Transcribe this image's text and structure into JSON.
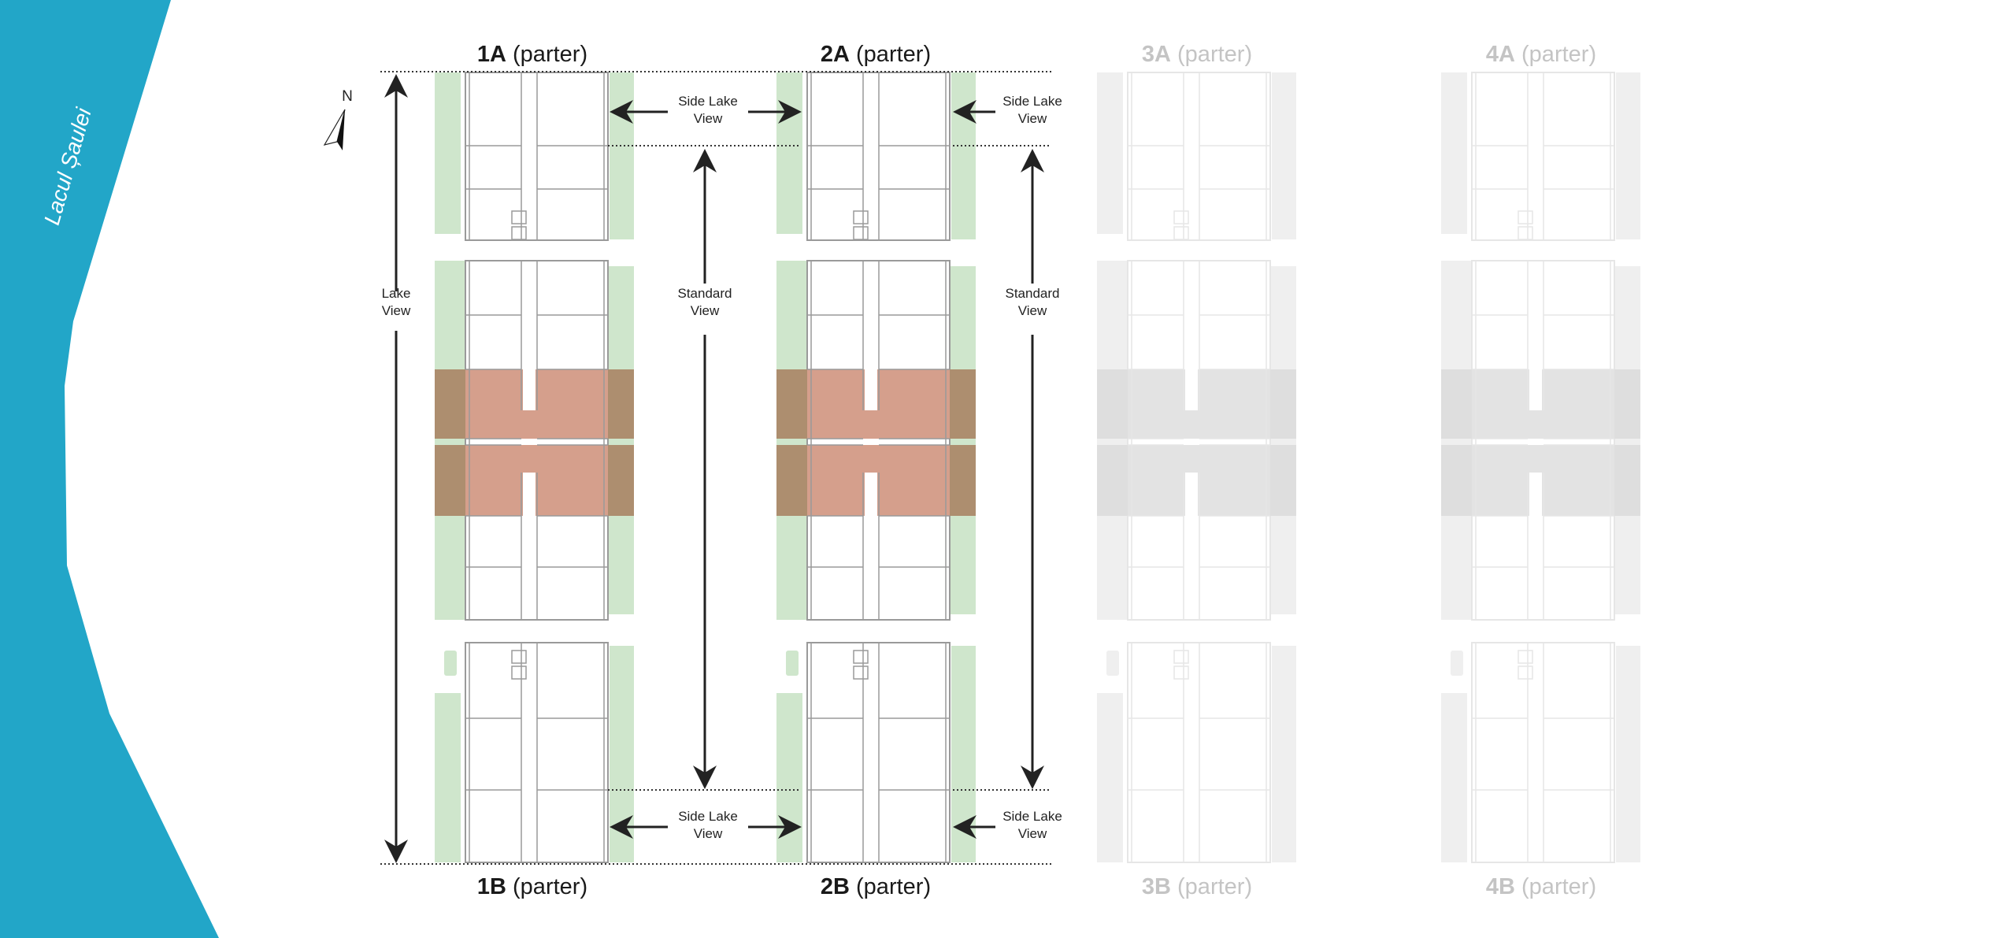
{
  "lake": {
    "name": "Lacul Șaulei",
    "color": "#22a6c8"
  },
  "compass": {
    "label": "N"
  },
  "buildings": [
    {
      "code": "1A",
      "suffix": " (parter)",
      "active": true
    },
    {
      "code": "2A",
      "suffix": " (parter)",
      "active": true
    },
    {
      "code": "3A",
      "suffix": " (parter)",
      "active": false
    },
    {
      "code": "4A",
      "suffix": " (parter)",
      "active": false
    },
    {
      "code": "1B",
      "suffix": " (parter)",
      "active": true
    },
    {
      "code": "2B",
      "suffix": " (parter)",
      "active": true
    },
    {
      "code": "3B",
      "suffix": " (parter)",
      "active": false
    },
    {
      "code": "4B",
      "suffix": " (parter)",
      "active": false
    }
  ],
  "annotations": {
    "lake_view": [
      "Lake",
      "View"
    ],
    "side_lake_view": [
      "Side Lake",
      "View"
    ],
    "standard_view": [
      "Standard",
      "View"
    ]
  },
  "colors": {
    "green": "#cfe6cc",
    "highlight": "#d59f8c",
    "highlight_green": "#ad8e6f",
    "faded": "#efefef"
  }
}
